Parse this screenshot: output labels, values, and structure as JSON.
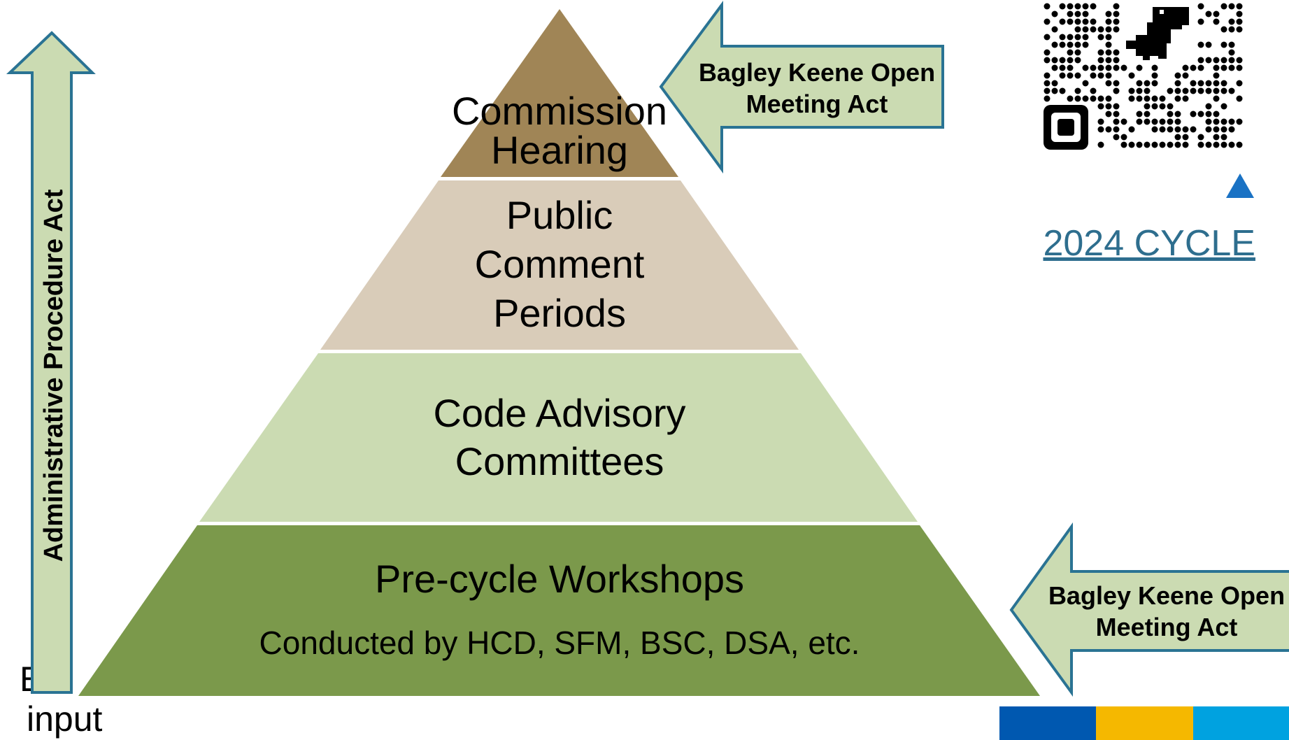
{
  "pyramid": {
    "tier1": {
      "lines": [
        "Commission",
        "Hearing"
      ],
      "color": "#a08556"
    },
    "tier2": {
      "lines": [
        "Public",
        "Comment",
        "Periods"
      ],
      "color": "#d9ccb9"
    },
    "tier3": {
      "lines": [
        "Code Advisory",
        "Committees"
      ],
      "color": "#cbdbb2"
    },
    "tier4": {
      "title": "Pre-cycle Workshops",
      "subtitle": "Conducted by HCD, SFM, BSC, DSA, etc.",
      "color": "#7b994b"
    }
  },
  "arrows": {
    "top": {
      "lines": [
        "Bagley Keene Open",
        "Meeting Act"
      ],
      "fill": "#cbdbb2",
      "stroke": "#2a7393"
    },
    "bottom": {
      "lines": [
        "Bagley Keene Open",
        "Meeting Act"
      ],
      "fill": "#cbdbb2",
      "stroke": "#2a7393"
    },
    "vertical": {
      "label": "Administrative Procedure Act",
      "fill": "#cbdbb2",
      "stroke": "#2a7393"
    }
  },
  "underlying_text": {
    "line1": "E    a",
    "line2": "input"
  },
  "qr": {
    "icon": "dinosaur-icon",
    "corner_icon": "square-logo-icon"
  },
  "nav_marker": {
    "icon": "triangle-up-icon",
    "color": "#1a72c4"
  },
  "cycle_link": "2024 CYCLE",
  "color_bar": [
    "#0058b0",
    "#f5b800",
    "#00a2e0"
  ]
}
